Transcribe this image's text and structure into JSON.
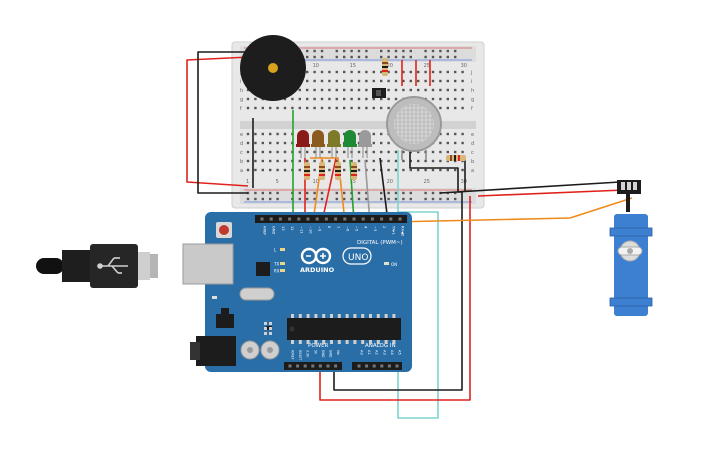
{
  "arduino": {
    "logo_text": "ARDUINO",
    "model": "UNO",
    "digital_label": "DIGITAL (PWM~)",
    "power_label": "POWER",
    "analog_label": "ANALOG IN",
    "on_label": "ON",
    "led_labels": [
      "L",
      "TX",
      "RX"
    ],
    "top_header_pins": [
      "AREF",
      "GND",
      "13",
      "12",
      "~11",
      "~10",
      "~9",
      "8",
      "7",
      "~6",
      "~5",
      "4",
      "~3",
      "2",
      "TX▸1",
      "RX◀0"
    ],
    "power_pins": [
      "IOREF",
      "RESET",
      "3.3V",
      "5V",
      "GND",
      "GND",
      "Vin"
    ],
    "analog_pins": [
      "A0",
      "A1",
      "A2",
      "A3",
      "A4",
      "A5"
    ]
  },
  "breadboard": {
    "row_letters_top": [
      "j",
      "i",
      "h",
      "g",
      "f"
    ],
    "row_letters_bottom": [
      "e",
      "d",
      "c",
      "b",
      "a"
    ],
    "column_numbers": [
      "1",
      "5",
      "10",
      "15",
      "20",
      "25",
      "30"
    ]
  },
  "leds": {
    "colors": [
      "#8b1a1a",
      "#8a5a1e",
      "#7f7a2a",
      "#1e8a36",
      "#9a9a9a"
    ]
  },
  "colors": {
    "wire_red": "#e0221c",
    "wire_black": "#1c1c1c",
    "wire_green": "#22a32b",
    "wire_orange": "#f08a1c",
    "wire_cyan": "#7fd3cf",
    "board_blue": "#2a6ea8",
    "servo_blue": "#3d7fd1"
  }
}
